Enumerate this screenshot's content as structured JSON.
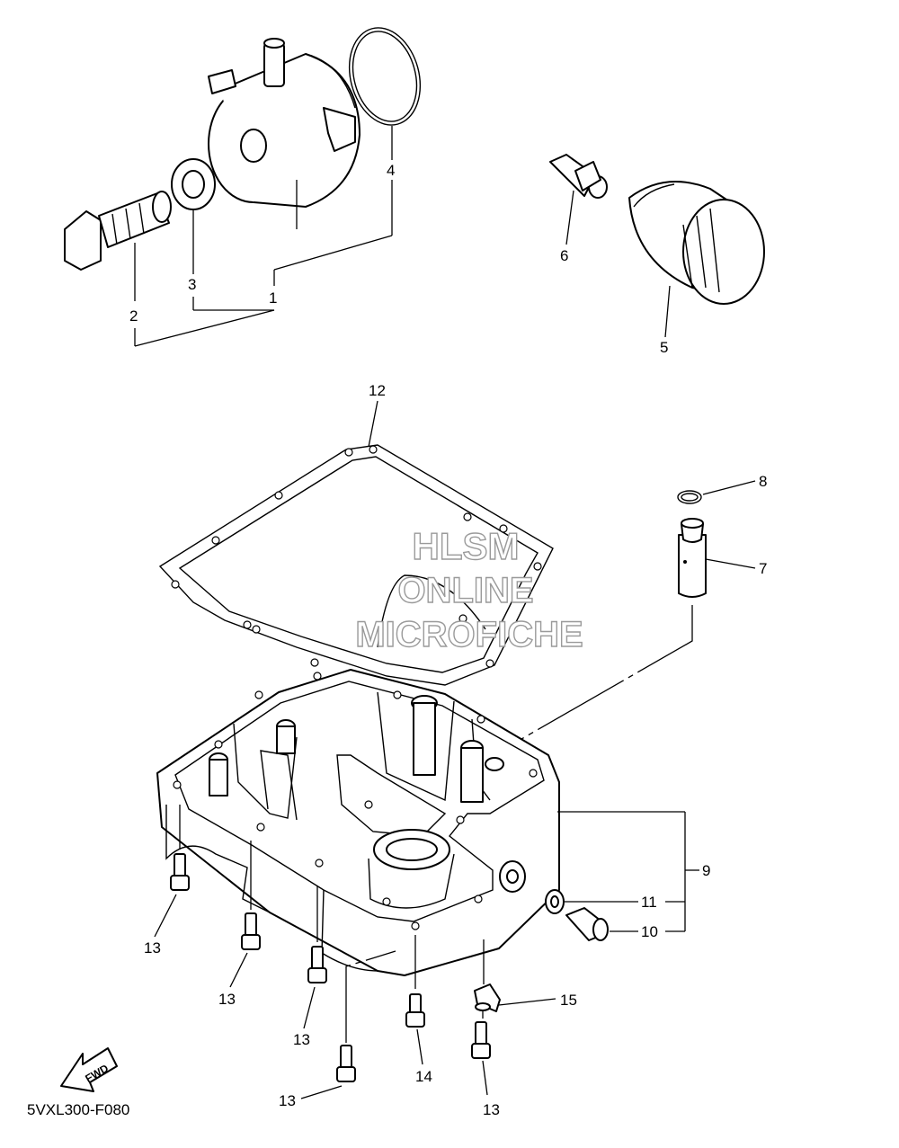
{
  "diagram_code": "5VXL300-F080",
  "watermark": {
    "line1": "HLSM",
    "line2": "ONLINE",
    "line3": "MICROFICHE"
  },
  "fwd_label": "FWD",
  "callouts": {
    "c1": "1",
    "c2": "2",
    "c3": "3",
    "c4": "4",
    "c5": "5",
    "c6": "6",
    "c7": "7",
    "c8": "8",
    "c9": "9",
    "c10": "10",
    "c11": "11",
    "c12": "12",
    "c13a": "13",
    "c13b": "13",
    "c13c": "13",
    "c13d": "13",
    "c13e": "13",
    "c14": "14",
    "c15": "15"
  }
}
